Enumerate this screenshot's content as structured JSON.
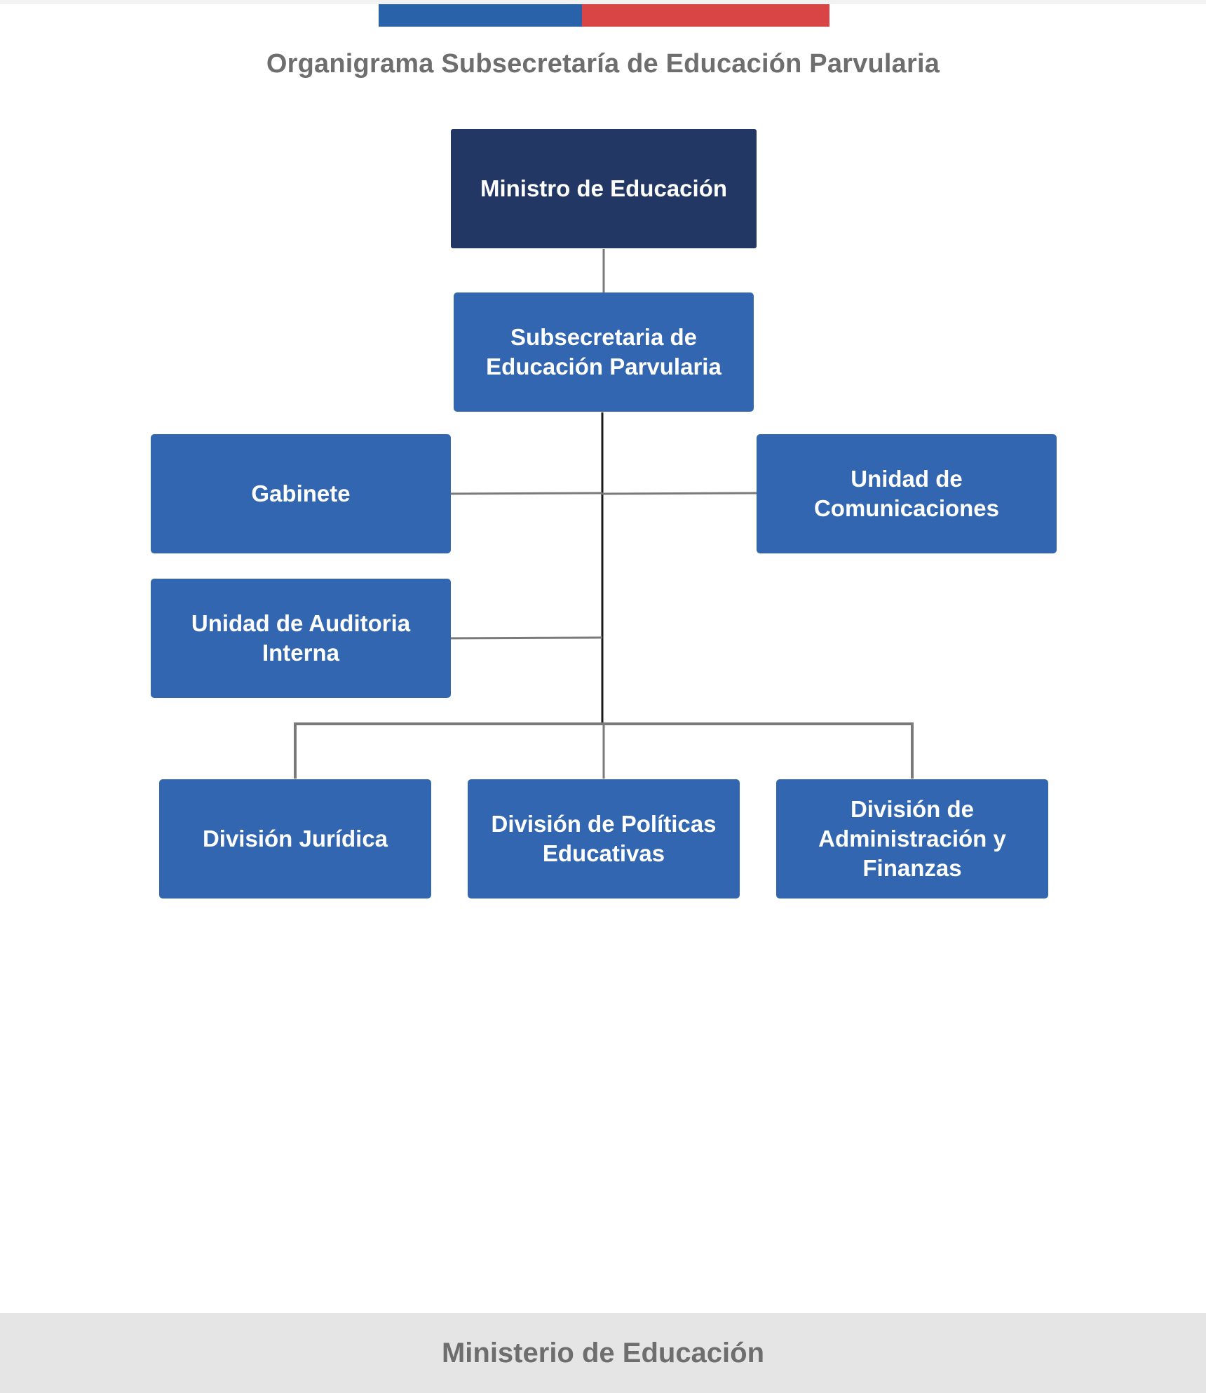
{
  "header": {
    "title": "Organigrama Subsecretaría de Educación Parvularia",
    "flag_colors": {
      "blue": "#2a62a9",
      "red": "#d94444"
    }
  },
  "org_chart": {
    "root": "Ministro de Educación",
    "subsecretaria": "Subsecretaria de Educación Parvularia",
    "advisory_units": {
      "gabinete": "Gabinete",
      "comunicaciones": "Unidad de Comunicaciones",
      "auditoria": "Unidad de Auditoria Interna"
    },
    "divisions": {
      "juridica": "División Jurídica",
      "politicas": "División de Políticas Educativas",
      "administracion": "División de Administración y Finanzas"
    },
    "colors": {
      "root_box": "#223764",
      "unit_box": "#3266b0",
      "connector": "#7a7a7a",
      "spine": "#1a1a1a"
    }
  },
  "footer": {
    "text": "Ministerio de Educación"
  }
}
